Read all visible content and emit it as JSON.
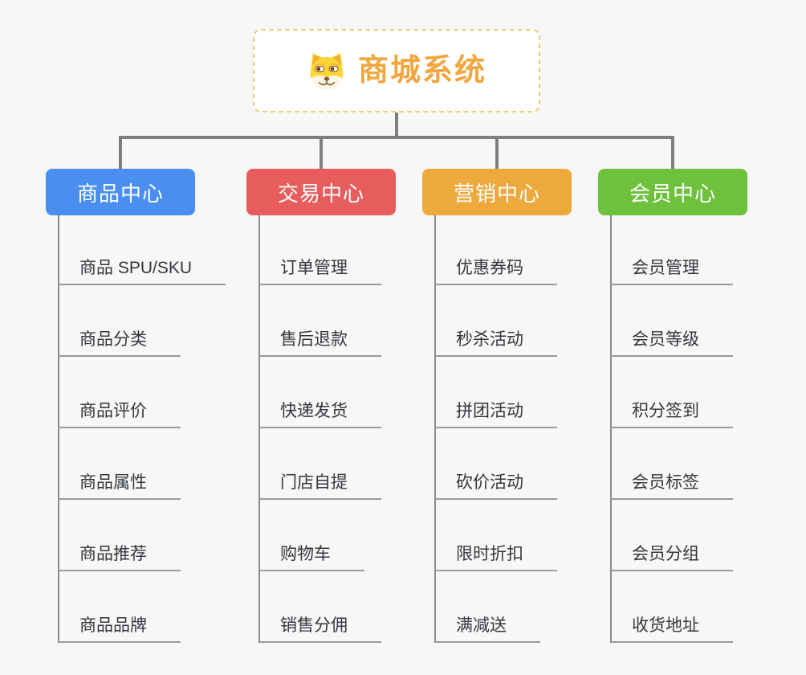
{
  "canvas": {
    "background_color": "#f7f7f7",
    "connector_color": "#7f7f7f",
    "underline_color": "#9a9a9a"
  },
  "root": {
    "label": "商城系统",
    "icon": "dog-face-icon",
    "text_color": "#f0a73f",
    "border_color": "#f3c982"
  },
  "branches": [
    {
      "label": "商品中心",
      "color": "#4a8ff0",
      "items": [
        "商品 SPU/SKU",
        "商品分类",
        "商品评价",
        "商品属性",
        "商品推荐",
        "商品品牌"
      ]
    },
    {
      "label": "交易中心",
      "color": "#e75d5d",
      "items": [
        "订单管理",
        "售后退款",
        "快递发货",
        "门店自提",
        "购物车",
        "销售分佣"
      ]
    },
    {
      "label": "营销中心",
      "color": "#eda93c",
      "items": [
        "优惠券码",
        "秒杀活动",
        "拼团活动",
        "砍价活动",
        "限时折扣",
        "满减送"
      ]
    },
    {
      "label": "会员中心",
      "color": "#6ec13c",
      "items": [
        "会员管理",
        "会员等级",
        "积分签到",
        "会员标签",
        "会员分组",
        "收货地址"
      ]
    }
  ]
}
